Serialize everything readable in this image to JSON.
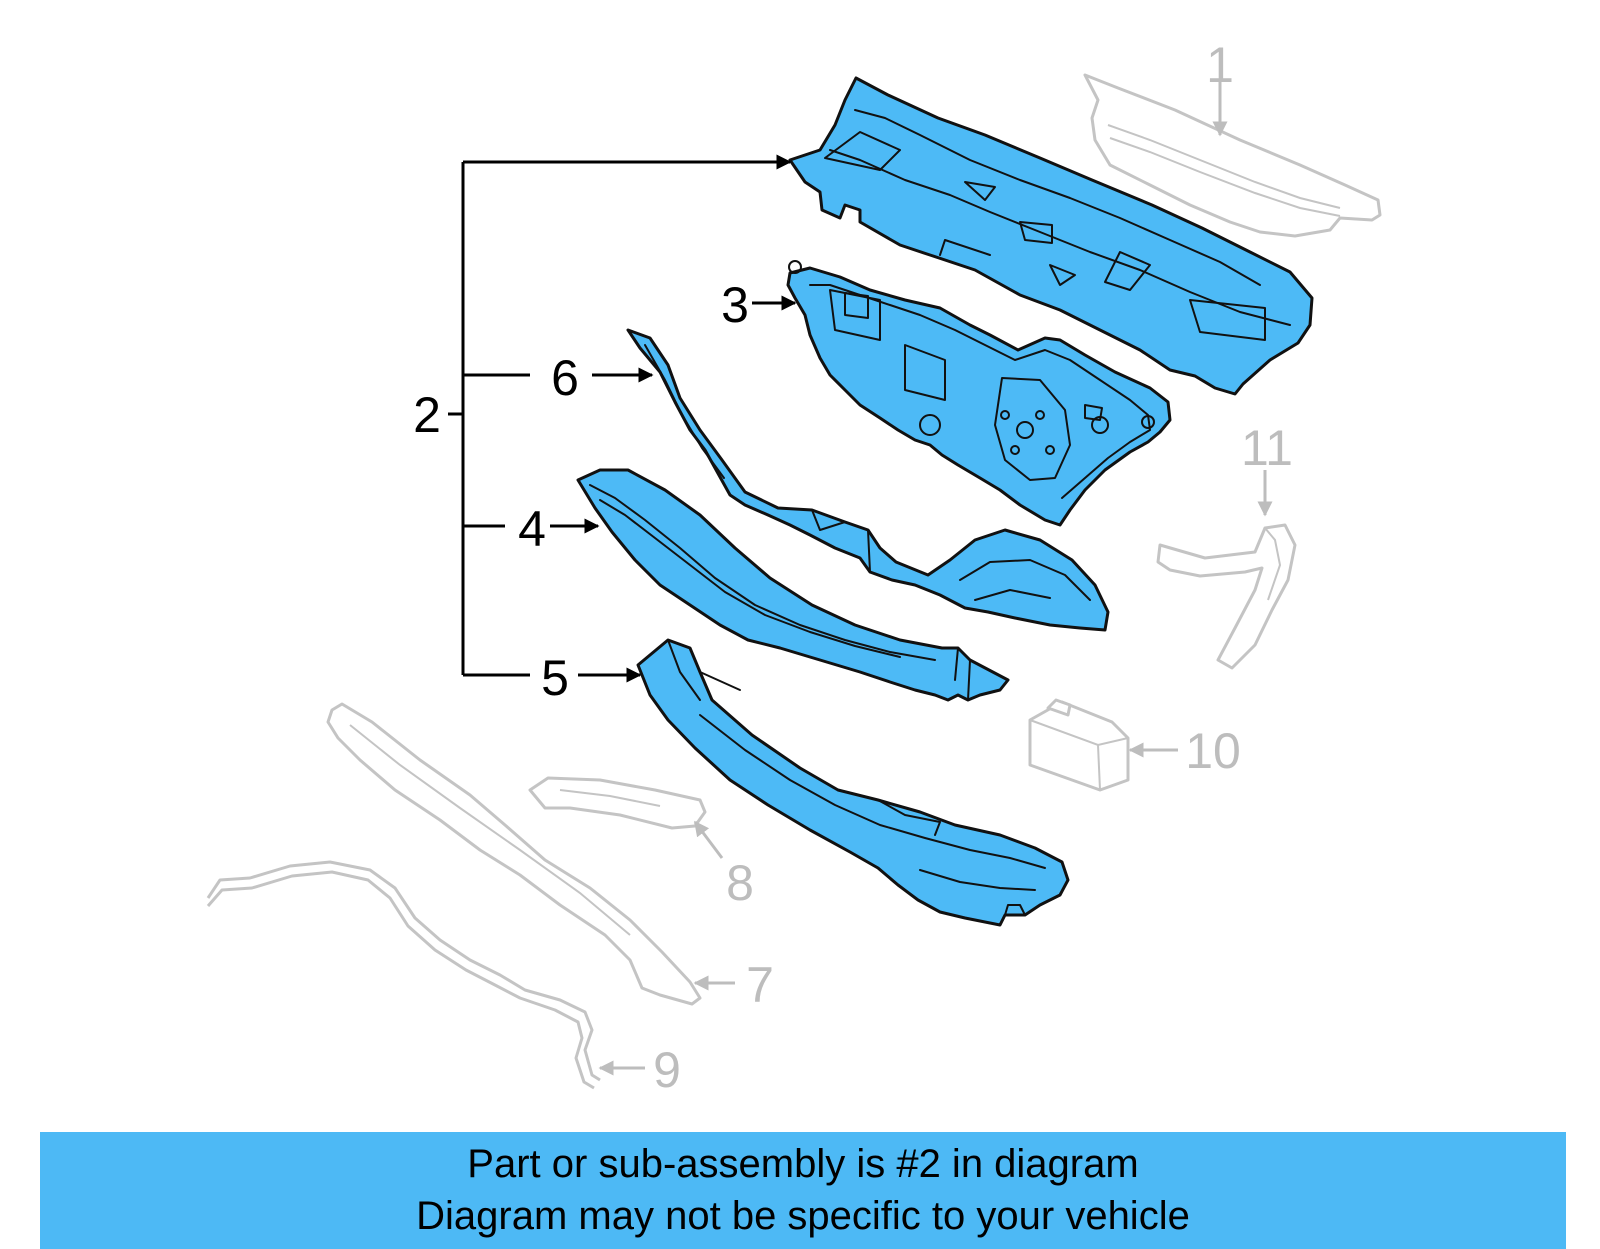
{
  "colors": {
    "highlight": "#4dbaf6",
    "banner": "#4db9f5",
    "outline": "#111111",
    "dimmed": "#c4c4c4"
  },
  "labels": {
    "p1": "1",
    "p2": "2",
    "p3": "3",
    "p4": "4",
    "p5": "5",
    "p6": "6",
    "p7": "7",
    "p8": "8",
    "p9": "9",
    "p10": "10",
    "p11": "11"
  },
  "banner": {
    "line1": "Part or sub-assembly is #2 in diagram",
    "line2": "Diagram may not be specific to your vehicle"
  }
}
